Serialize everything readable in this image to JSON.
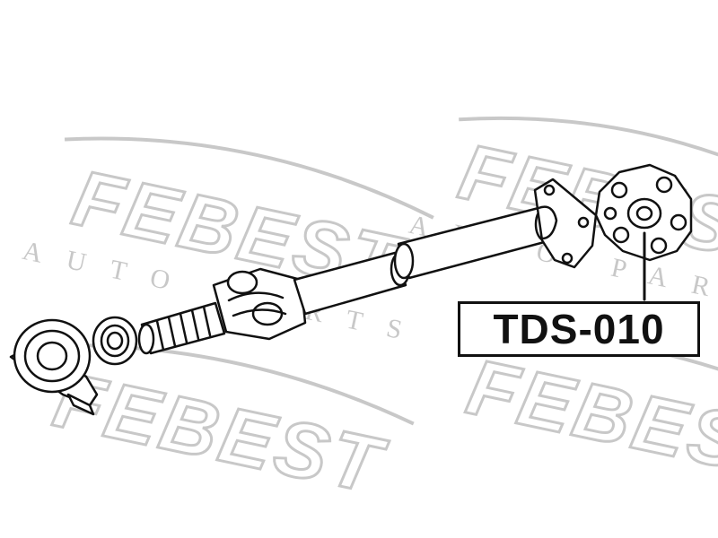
{
  "watermark": {
    "brand": "FEBEST",
    "tagline": "AUTO PARTS",
    "color": "#c8c8c8"
  },
  "diagram": {
    "part_number": "TDS-010",
    "line_color": "#111111",
    "components": [
      "center-support-bearing",
      "dust-seal",
      "splined-slip-yoke",
      "universal-joint",
      "propeller-shaft-front-tube",
      "propeller-shaft-rear-tube",
      "flange-yoke",
      "flexible-coupling-disc"
    ]
  }
}
